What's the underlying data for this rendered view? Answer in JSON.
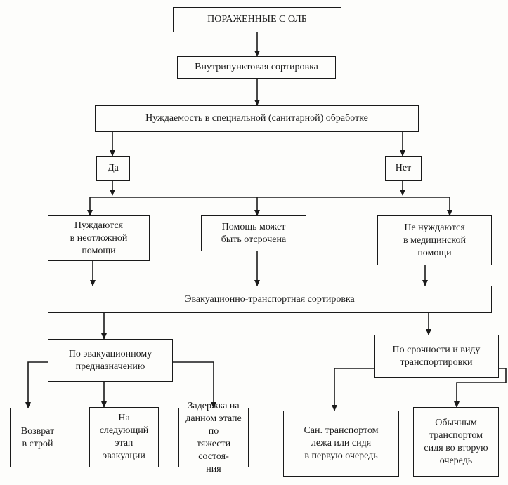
{
  "nodes": {
    "root": "ПОРАЖЕННЫЕ С ОЛБ",
    "triage": "Внутрипунктовая сортировка",
    "need_sanitation": "Нуждаемость в специальной (санитарной) обработке",
    "yes": "Да",
    "no": "Нет",
    "urgent": "Нуждаются\nв неотложной\nпомощи",
    "deferred": "Помощь может\nбыть отсрочена",
    "no_medical": "Не нуждаются\nв медицинской\nпомощи",
    "evac_triage": "Эвакуационно-транспортная сортировка",
    "by_purpose": "По эвакуационному\nпредназначению",
    "by_urgency": "По срочности и виду\nтранспортировки",
    "return_duty": "Возврат\nв строй",
    "next_stage": "На\nследующий\nэтап\nэвакуации",
    "hold": "Задержка на\nданном этапе по\nтяжести состоя-\nния",
    "sanitary_transport": "Сан. транспортом\nлежа или сидя\nв первую очередь",
    "regular_transport": "Обычным\nтранспортом\nсидя во вторую\nочередь"
  }
}
